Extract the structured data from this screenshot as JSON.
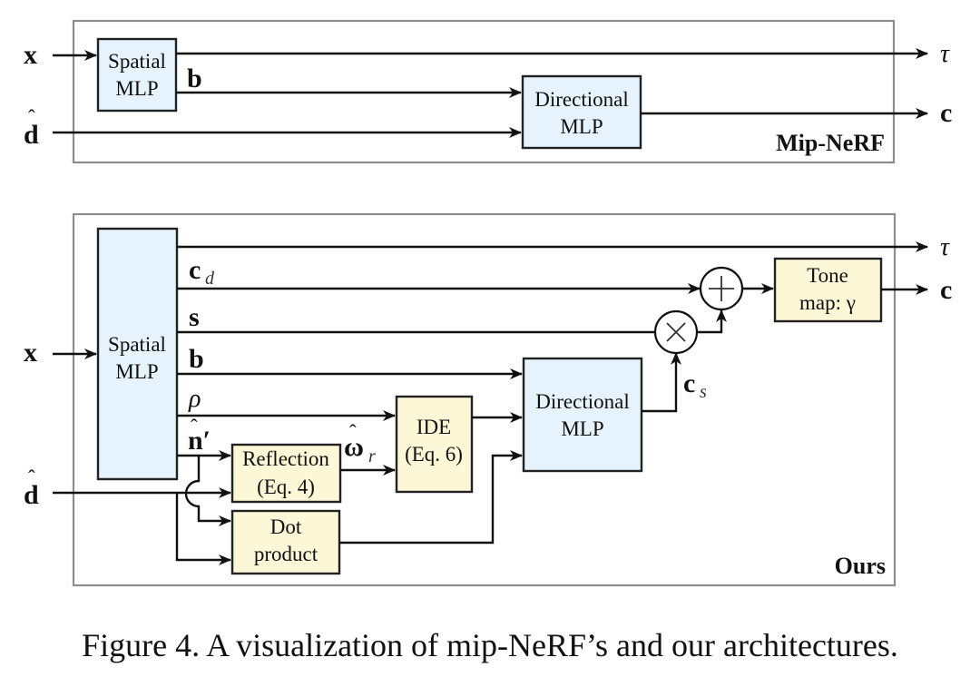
{
  "mipnerf": {
    "title": "Mip-NeRF",
    "inputs": {
      "x": "x",
      "d": "d"
    },
    "outputs": {
      "tau": "τ",
      "c": "c"
    },
    "spatial_mlp": [
      "Spatial",
      "MLP"
    ],
    "directional_mlp": [
      "Directional",
      "MLP"
    ],
    "signal_b": "b"
  },
  "ours": {
    "title": "Ours",
    "inputs": {
      "x": "x",
      "d": "d"
    },
    "outputs": {
      "tau": "τ",
      "c": "c"
    },
    "spatial_mlp": [
      "Spatial",
      "MLP"
    ],
    "directional_mlp": [
      "Directional",
      "MLP"
    ],
    "signals": {
      "cd_main": "c",
      "cd_sub": "d",
      "s": "s",
      "b": "b",
      "rho": "ρ",
      "n": "n′",
      "omega_main": "ω",
      "omega_sub": "r",
      "cs_main": "c",
      "cs_sub": "s"
    },
    "reflection": [
      "Reflection",
      "(Eq. 4)"
    ],
    "ide": [
      "IDE",
      "(Eq. 6)"
    ],
    "dot_product": [
      "Dot",
      "product"
    ],
    "tone_map": [
      "Tone",
      "map: γ"
    ],
    "add_symbol": "+",
    "multiply_symbol": "×"
  },
  "caption": "Figure 4. A visualization of mip-NeRF’s and our architectures."
}
